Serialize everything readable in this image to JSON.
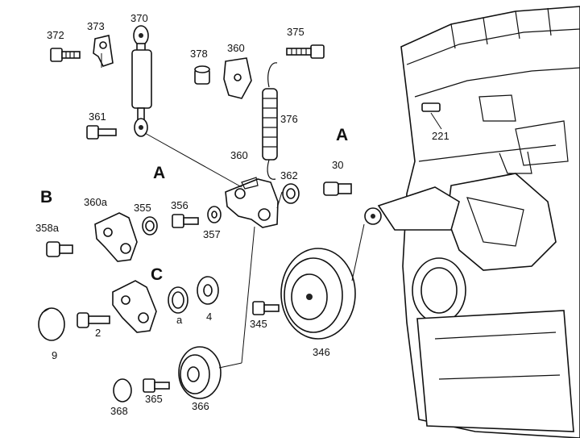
{
  "diagram": {
    "part_labels": {
      "p372": "372",
      "p373": "373",
      "p370": "370",
      "p378": "378",
      "p360_top": "360",
      "p375": "375",
      "p361": "361",
      "p376": "376",
      "p221": "221",
      "p360_mid": "360",
      "p362": "362",
      "p30": "30",
      "p360a": "360a",
      "p355": "355",
      "p356": "356",
      "p357": "357",
      "p358a": "358a",
      "p9": "9",
      "p2": "2",
      "pa": "a",
      "p4": "4",
      "p345": "345",
      "p346": "346",
      "p368": "368",
      "p365": "365",
      "p366": "366"
    },
    "group_labels": {
      "a_center": "A",
      "a_right": "A",
      "b": "B",
      "c": "C"
    }
  }
}
